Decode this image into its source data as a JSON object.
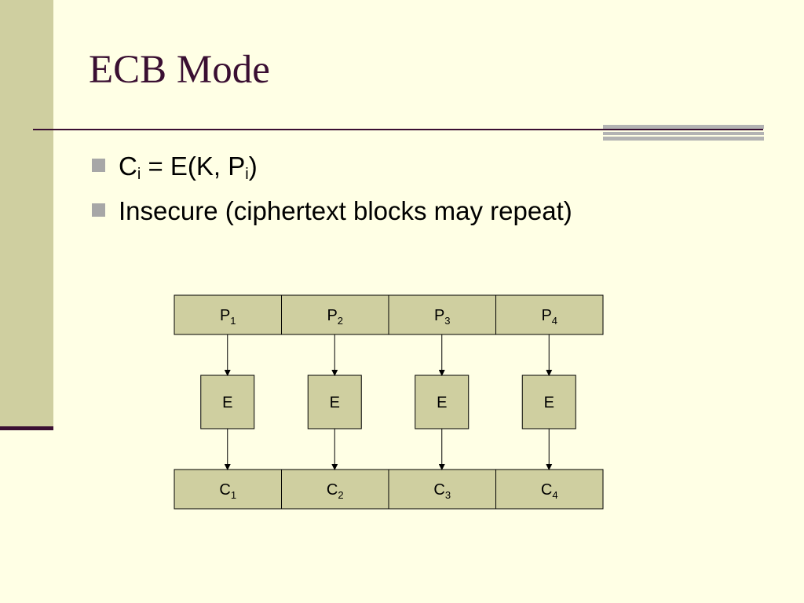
{
  "slide": {
    "title": "ECB Mode",
    "bullets": [
      {
        "parts": [
          {
            "t": "C"
          },
          {
            "t": "i",
            "sub": true
          },
          {
            "t": " = E(K, P"
          },
          {
            "t": "i",
            "sub": true
          },
          {
            "t": ")"
          }
        ]
      },
      {
        "parts": [
          {
            "t": "Insecure (ciphertext blocks may repeat)"
          }
        ]
      }
    ]
  },
  "diagram": {
    "plaintext_blocks": [
      {
        "main": "P",
        "sub": "1"
      },
      {
        "main": "P",
        "sub": "2"
      },
      {
        "main": "P",
        "sub": "3"
      },
      {
        "main": "P",
        "sub": "4"
      }
    ],
    "encrypt_blocks": [
      "E",
      "E",
      "E",
      "E"
    ],
    "ciphertext_blocks": [
      {
        "main": "C",
        "sub": "1"
      },
      {
        "main": "C",
        "sub": "2"
      },
      {
        "main": "C",
        "sub": "3"
      },
      {
        "main": "C",
        "sub": "4"
      }
    ]
  },
  "colors": {
    "background": "#ffffe5",
    "band": "#cfcfa0",
    "accent_dark": "#3a0f32",
    "box_fill": "#cfcfa0",
    "bullet_marker": "#a7a7a7"
  }
}
